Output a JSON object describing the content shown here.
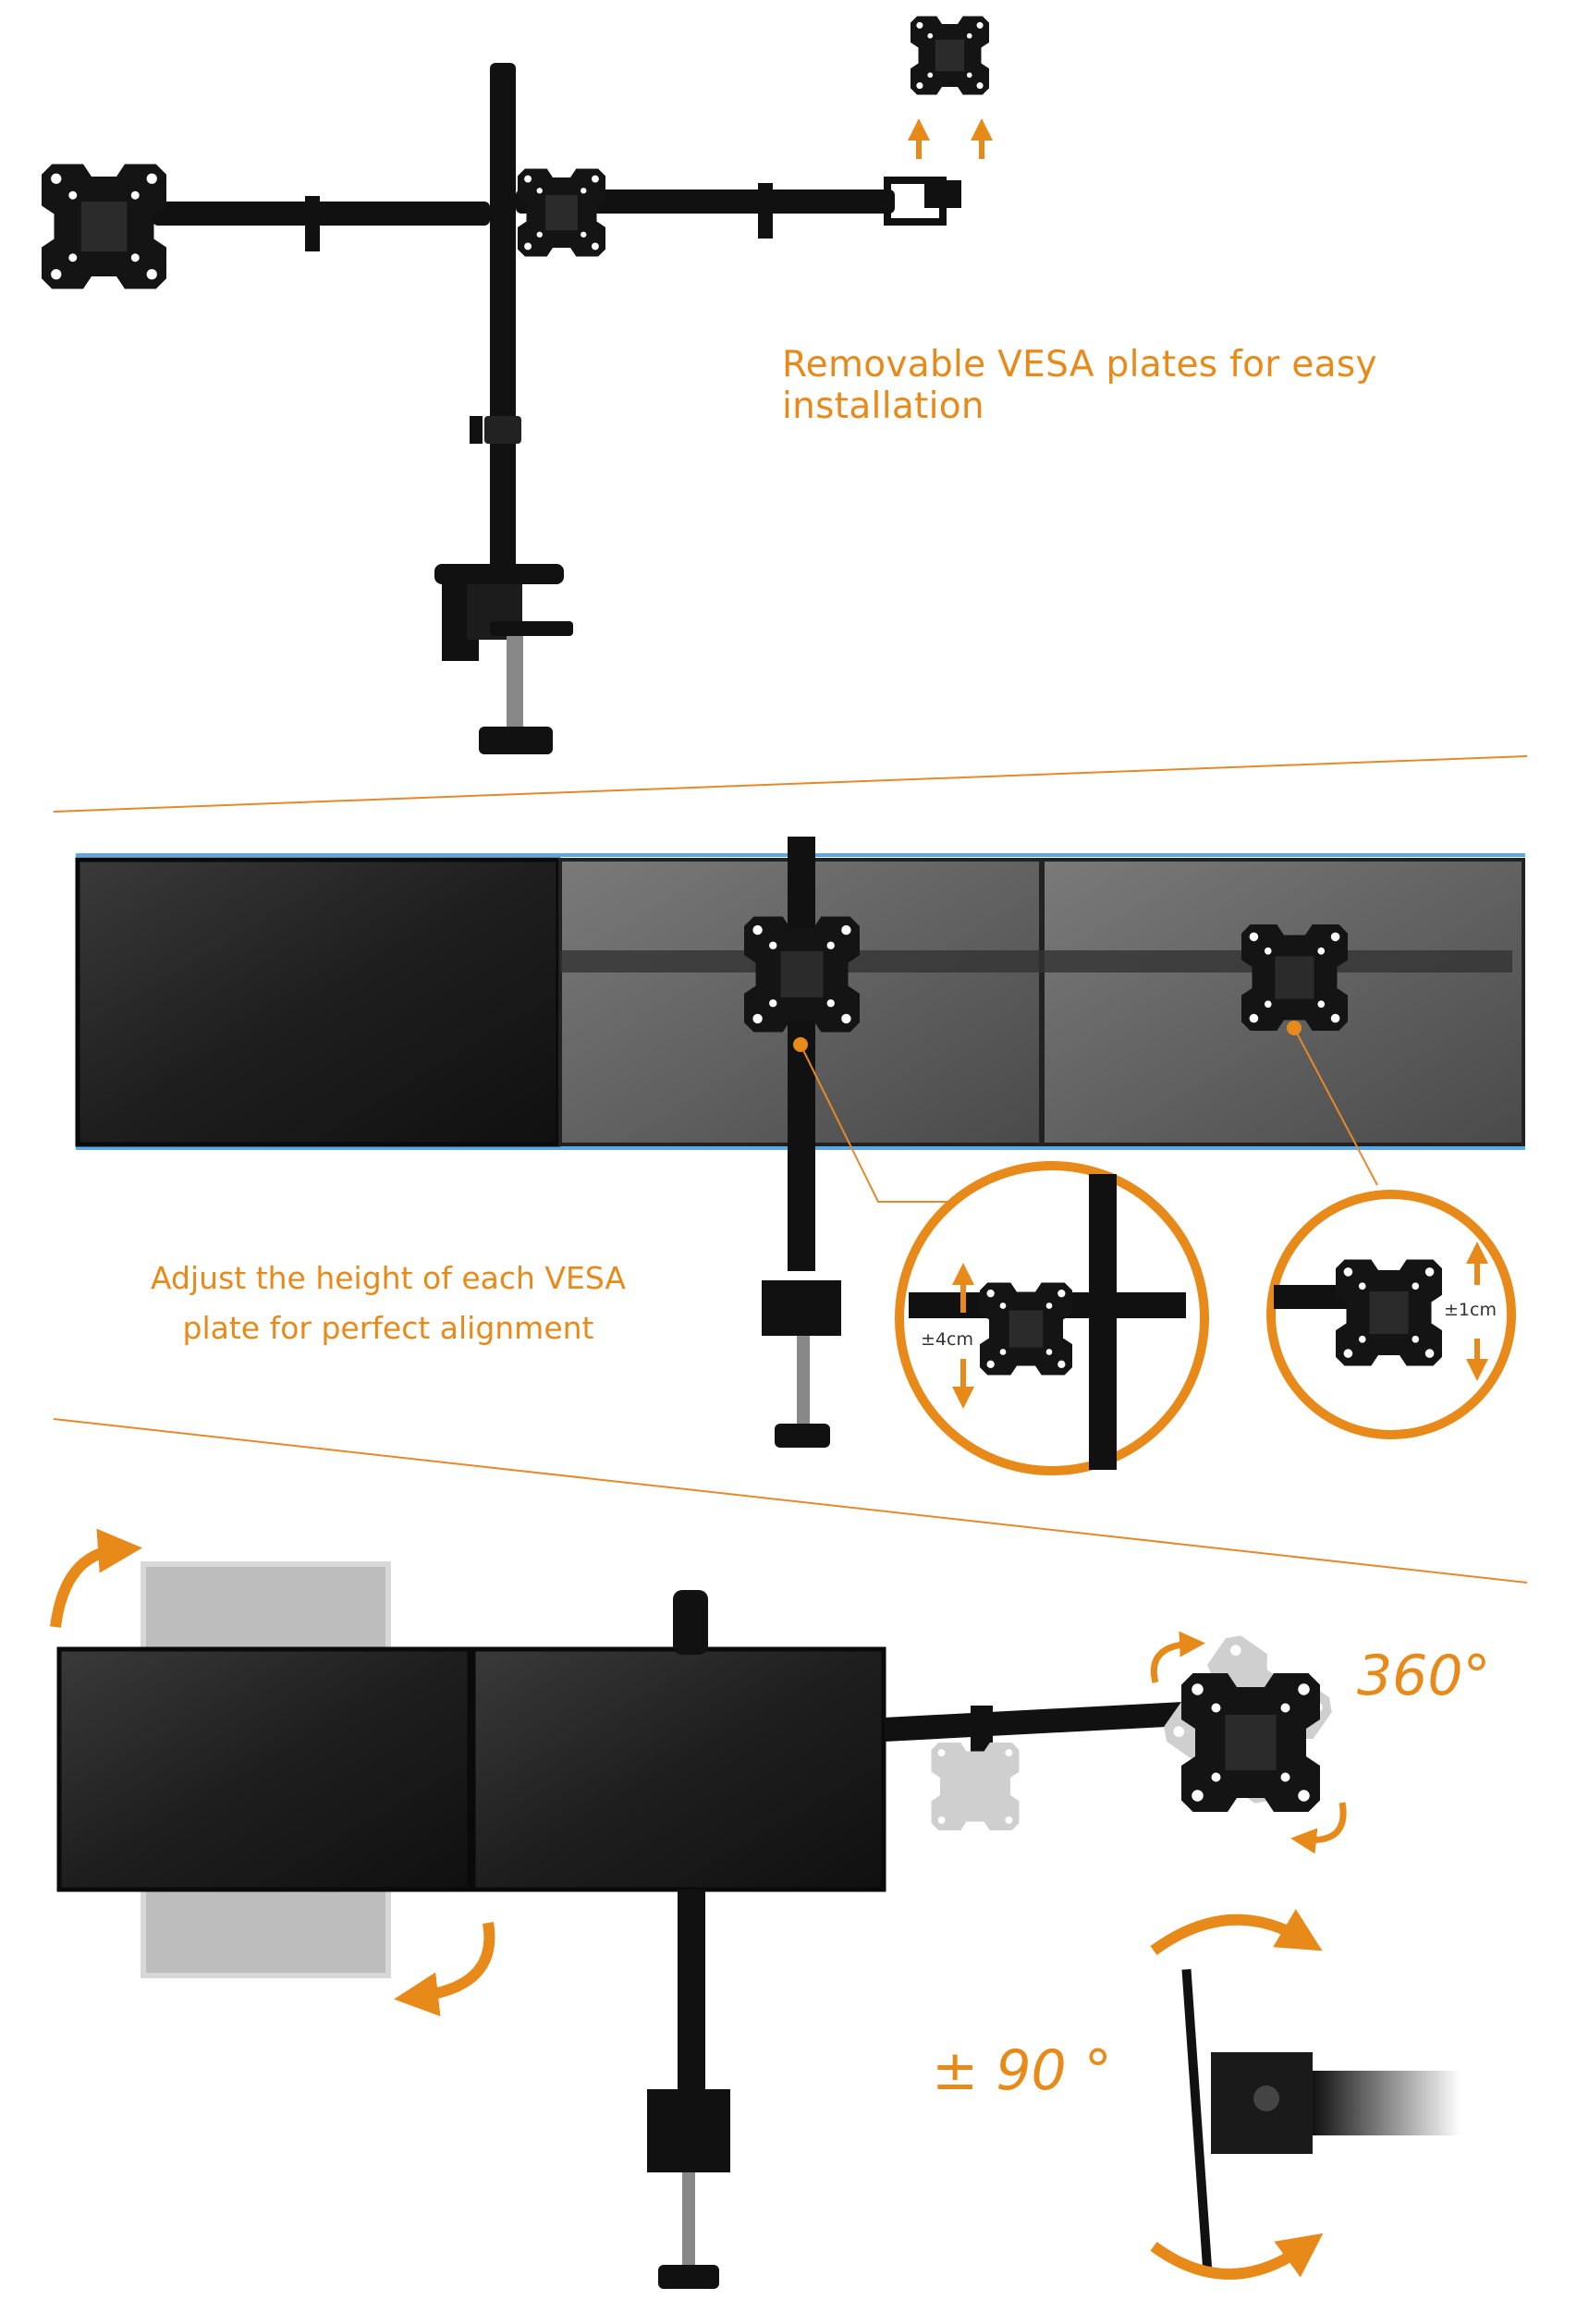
{
  "sections": {
    "top": {
      "caption": "Removable VESA plates for easy installation"
    },
    "middle": {
      "caption": "Adjust the height of each VESA plate for perfect alignment",
      "detail_left_label": "±4cm",
      "detail_right_label": "±1cm"
    },
    "bottom": {
      "rotation_label": "360°",
      "tilt_label": "± 90 °"
    }
  },
  "colors": {
    "accent": "#e88a1a",
    "divider": "#e6892a",
    "mount_black": "#111111",
    "screen_dark": "#2a2a2a",
    "align_blue": "#5aa9e6",
    "ghost_grey": "#c8c8c8"
  },
  "icons": [
    "up-arrow-icon",
    "rotate-arrow-icon",
    "tilt-arrow-icon",
    "vesa-plate-icon"
  ]
}
